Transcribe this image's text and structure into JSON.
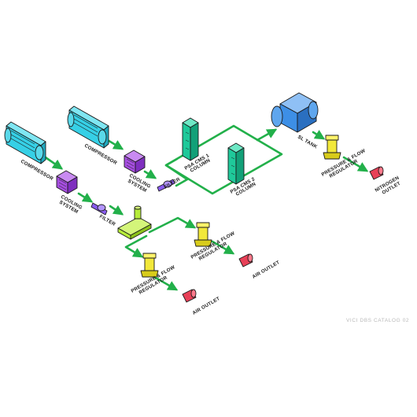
{
  "labels": {
    "compressor_1": "COMPRESSOR",
    "compressor_2": "COMPRESSOR",
    "cooling_system_1_line1": "COOLING",
    "cooling_system_1_line2": "SYSTEM",
    "cooling_system_2_line1": "COOLING",
    "cooling_system_2_line2": "SYSTEM",
    "filter_1": "FILTER",
    "filter_2": "FILTER",
    "psa_1_line1": "PSA CMS 1",
    "psa_1_line2": "COLUMN",
    "psa_2_line1": "PSA CMS 2",
    "psa_2_line2": "COLUMN",
    "sl_tank": "SL TANK",
    "regulator_n2_line1": "PRESSURE & FLOW",
    "regulator_n2_line2": "REGULATOR",
    "nitrogen_outlet_line1": "NITROGEN",
    "nitrogen_outlet_line2": "OUTLET",
    "regulator_air1_line1": "PRESSURE & FLOW",
    "regulator_air1_line2": "REGULATOR",
    "regulator_air2_line1": "PRESSURE & FLOW",
    "regulator_air2_line2": "REGULATOR",
    "air_outlet_1": "AIR OUTLET",
    "air_outlet_2": "AIR OUTLET"
  },
  "watermark": "VICI DBS CATALOG 02",
  "colors": {
    "compressor": "#36d0e6",
    "cooling": "#a64ee0",
    "filter": "#8a5cf0",
    "manifold": "#b6ec3a",
    "psa": "#1fc99a",
    "tank": "#3d8fe6",
    "regulator": "#f2e83a",
    "outlet": "#e84057",
    "pipe": "#22b04a",
    "outline": "#1a1a1a"
  }
}
